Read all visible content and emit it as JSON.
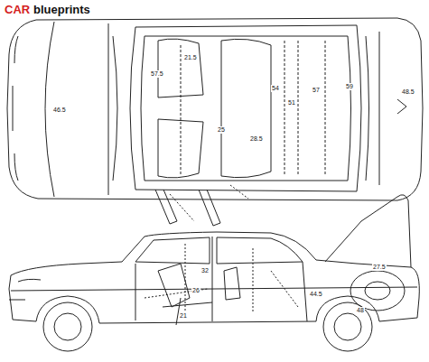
{
  "diagram": {
    "labels": [
      "CAR",
      "blueprints",
      "21.5",
      "57.5",
      "54",
      "51",
      "57",
      "59",
      "48.5",
      "46.5",
      "25",
      "28.5",
      "27.5",
      "44.5",
      "48",
      "26",
      "32",
      "21"
    ]
  }
}
